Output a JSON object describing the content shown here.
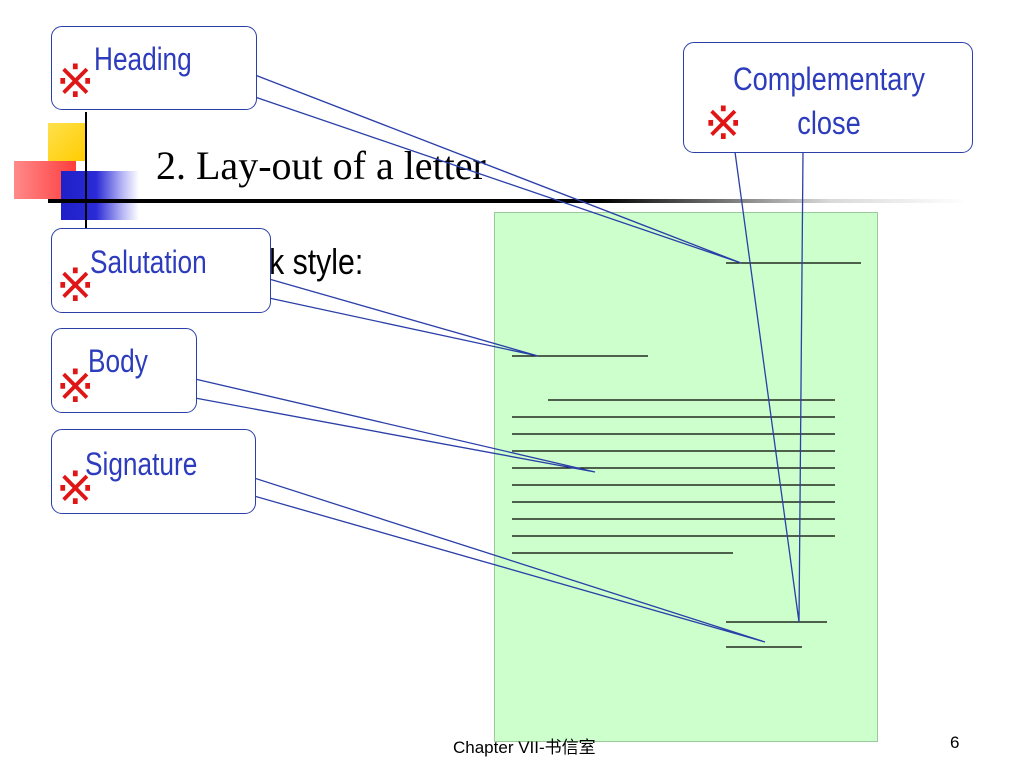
{
  "slide": {
    "title": "2. Lay-out of a letter",
    "subtitle": "ck style:",
    "footer": "Chapter VII-书信室",
    "page_number": "6"
  },
  "callouts": {
    "heading": "Heading",
    "salutation": "Salutation",
    "body": "Body",
    "signature": "Signature",
    "complementary_close": "Complementary close",
    "marker": "※"
  },
  "colors": {
    "callout_text": "#2c3cbd",
    "callout_border": "#2b3fa8",
    "marker": "#e01515",
    "letter_background": "#ccffcc"
  }
}
